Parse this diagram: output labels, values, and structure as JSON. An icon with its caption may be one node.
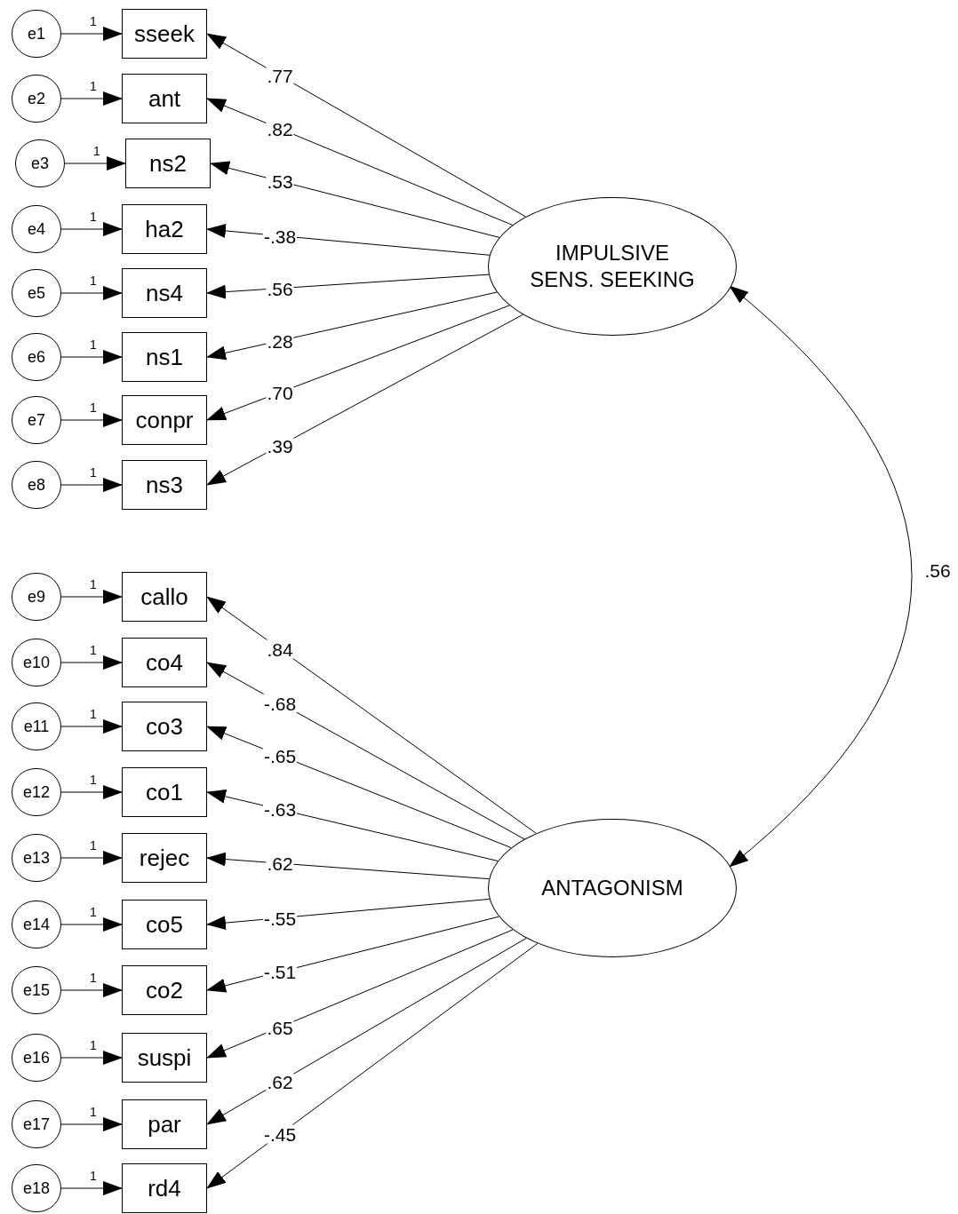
{
  "diagram": {
    "nodes": [
      {
        "text": [
          "e1"
        ]
      },
      {
        "text": [
          "sseek"
        ]
      },
      {
        "text": [
          "e2"
        ]
      },
      {
        "text": [
          "ant"
        ]
      },
      {
        "text": [
          "e3"
        ]
      },
      {
        "text": [
          "ns2"
        ]
      },
      {
        "text": [
          "e4"
        ]
      },
      {
        "text": [
          "ha2"
        ]
      },
      {
        "text": [
          "e5"
        ]
      },
      {
        "text": [
          "ns4"
        ]
      },
      {
        "text": [
          "e6"
        ]
      },
      {
        "text": [
          "ns1"
        ]
      },
      {
        "text": [
          "e7"
        ]
      },
      {
        "text": [
          "conpr"
        ]
      },
      {
        "text": [
          "e8"
        ]
      },
      {
        "text": [
          "ns3"
        ]
      },
      {
        "text": [
          "e9"
        ]
      },
      {
        "text": [
          "callo"
        ]
      },
      {
        "text": [
          "e10"
        ]
      },
      {
        "text": [
          "co4"
        ]
      },
      {
        "text": [
          "e11"
        ]
      },
      {
        "text": [
          "co3"
        ]
      },
      {
        "text": [
          "e12"
        ]
      },
      {
        "text": [
          "co1"
        ]
      },
      {
        "text": [
          "e13"
        ]
      },
      {
        "text": [
          "rejec"
        ]
      },
      {
        "text": [
          "e14"
        ]
      },
      {
        "text": [
          "co5"
        ]
      },
      {
        "text": [
          "e15"
        ]
      },
      {
        "text": [
          "co2"
        ]
      },
      {
        "text": [
          "e16"
        ]
      },
      {
        "text": [
          "suspi"
        ]
      },
      {
        "text": [
          "e17"
        ]
      },
      {
        "text": [
          "par"
        ]
      },
      {
        "text": [
          "e18"
        ]
      },
      {
        "text": [
          "rd4"
        ]
      },
      {
        "text": [
          "IMPULSIVE SENS. SEEKING"
        ]
      },
      {
        "text": [
          "ANTAGONISM"
        ]
      }
    ],
    "edges": [
      {
        "from": 0,
        "to": 1,
        "arrow": "to",
        "label": "1"
      },
      {
        "from": 2,
        "to": 3,
        "arrow": "to",
        "label": "1"
      },
      {
        "from": 4,
        "to": 5,
        "arrow": "to",
        "label": "1"
      },
      {
        "from": 6,
        "to": 7,
        "arrow": "to",
        "label": "1"
      },
      {
        "from": 8,
        "to": 9,
        "arrow": "to",
        "label": "1"
      },
      {
        "from": 10,
        "to": 11,
        "arrow": "to",
        "label": "1"
      },
      {
        "from": 12,
        "to": 13,
        "arrow": "to",
        "label": "1"
      },
      {
        "from": 14,
        "to": 15,
        "arrow": "to",
        "label": "1"
      },
      {
        "from": 16,
        "to": 17,
        "arrow": "to",
        "label": "1"
      },
      {
        "from": 18,
        "to": 19,
        "arrow": "to",
        "label": "1"
      },
      {
        "from": 20,
        "to": 21,
        "arrow": "to",
        "label": "1"
      },
      {
        "from": 22,
        "to": 23,
        "arrow": "to",
        "label": "1"
      },
      {
        "from": 24,
        "to": 25,
        "arrow": "to",
        "label": "1"
      },
      {
        "from": 26,
        "to": 27,
        "arrow": "to",
        "label": "1"
      },
      {
        "from": 28,
        "to": 29,
        "arrow": "to",
        "label": "1"
      },
      {
        "from": 30,
        "to": 31,
        "arrow": "to",
        "label": "1"
      },
      {
        "from": 32,
        "to": 33,
        "arrow": "to",
        "label": "1"
      },
      {
        "from": 34,
        "to": 35,
        "arrow": "to",
        "label": "1"
      },
      {
        "from": 36,
        "to": 1,
        "arrow": "to",
        "label": ".77"
      },
      {
        "from": 36,
        "to": 3,
        "arrow": "to",
        "label": ".82"
      },
      {
        "from": 36,
        "to": 5,
        "arrow": "to",
        "label": ".53"
      },
      {
        "from": 36,
        "to": 7,
        "arrow": "to",
        "label": "-.38"
      },
      {
        "from": 36,
        "to": 9,
        "arrow": "to",
        "label": ".56"
      },
      {
        "from": 36,
        "to": 11,
        "arrow": "to",
        "label": ".28"
      },
      {
        "from": 36,
        "to": 13,
        "arrow": "to",
        "label": ".70"
      },
      {
        "from": 36,
        "to": 15,
        "arrow": "to",
        "label": ".39"
      },
      {
        "from": 37,
        "to": 17,
        "arrow": "to",
        "label": ".84"
      },
      {
        "from": 37,
        "to": 19,
        "arrow": "to",
        "label": "-.68"
      },
      {
        "from": 37,
        "to": 21,
        "arrow": "to",
        "label": "-.65"
      },
      {
        "from": 37,
        "to": 23,
        "arrow": "to",
        "label": "-.63"
      },
      {
        "from": 37,
        "to": 25,
        "arrow": "to",
        "label": ".62"
      },
      {
        "from": 37,
        "to": 27,
        "arrow": "to",
        "label": "-.55"
      },
      {
        "from": 37,
        "to": 29,
        "arrow": "to",
        "label": "-.51"
      },
      {
        "from": 37,
        "to": 31,
        "arrow": "to",
        "label": ".65"
      },
      {
        "from": 37,
        "to": 33,
        "arrow": "to",
        "label": ".62"
      },
      {
        "from": 37,
        "to": 35,
        "arrow": "to",
        "label": "-.45"
      },
      {
        "from": 36,
        "to": 37,
        "arrow": "both",
        "label": ".56"
      }
    ]
  }
}
